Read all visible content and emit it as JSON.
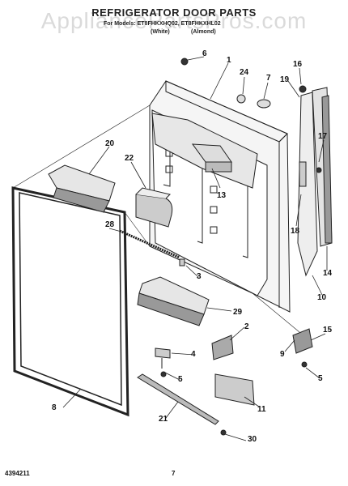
{
  "title": "REFRIGERATOR DOOR PARTS",
  "subtitle_models": "For Models: ET8FHKXHQ02, ET8FHKXHL02",
  "subtitle_colors": [
    "(White)",
    "(Almond)"
  ],
  "watermark": "AppliancePartsPros.com",
  "footer_left": "4394211",
  "footer_page": "7",
  "callouts": [
    "1",
    "2",
    "3",
    "4",
    "5",
    "6",
    "7",
    "8",
    "9",
    "10",
    "11",
    "13",
    "14",
    "15",
    "16",
    "17",
    "18",
    "19",
    "20",
    "21",
    "22",
    "24",
    "28",
    "29",
    "30"
  ]
}
